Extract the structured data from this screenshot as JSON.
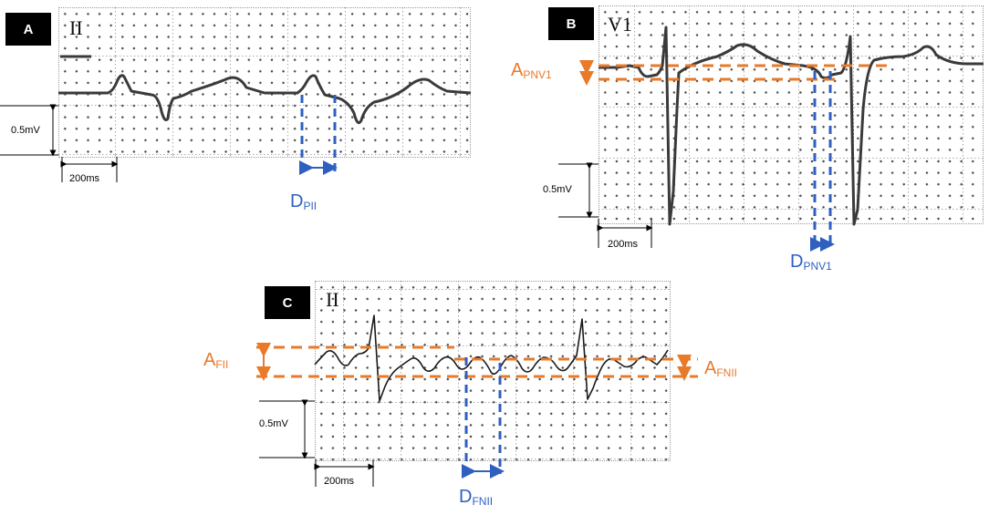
{
  "panels": {
    "a": {
      "badge": "A",
      "lead": "II",
      "voltage_scale": "0.5mV",
      "time_scale": "200ms",
      "duration_label": {
        "base": "D",
        "sub": "PII"
      }
    },
    "b": {
      "badge": "B",
      "lead": "V1",
      "voltage_scale": "0.5mV",
      "time_scale": "200ms",
      "amplitude_label": {
        "base": "A",
        "sub": "PNV1"
      },
      "duration_label": {
        "base": "D",
        "sub": "PNV1"
      }
    },
    "c": {
      "badge": "C",
      "lead": "II",
      "voltage_scale": "0.5mV",
      "time_scale": "200ms",
      "amplitude_label_left": {
        "base": "A",
        "sub": "FII"
      },
      "amplitude_label_right": {
        "base": "A",
        "sub": "FNII"
      },
      "duration_label": {
        "base": "D",
        "sub": "FNII"
      }
    }
  },
  "colors": {
    "amplitude_marker": "#e87a2a",
    "duration_marker": "#2f5fbf",
    "trace": "#3a3a3a",
    "badge_bg": "#000000"
  }
}
